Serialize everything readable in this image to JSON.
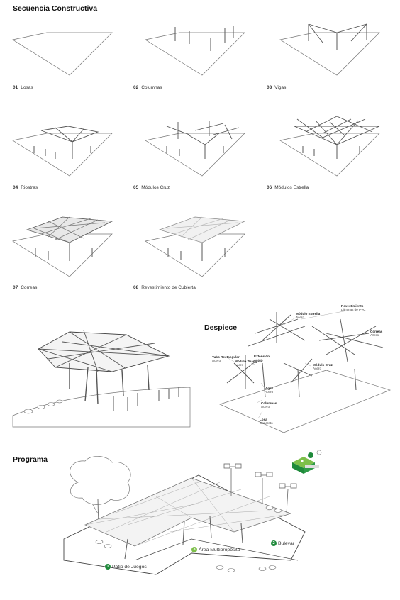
{
  "sections": {
    "sequence_title": "Secuencia Constructiva",
    "breakdown_title": "Despiece",
    "program_title": "Programa"
  },
  "steps": [
    {
      "num": "01",
      "label": "Losas"
    },
    {
      "num": "02",
      "label": "Columnas"
    },
    {
      "num": "03",
      "label": "Vigas"
    },
    {
      "num": "04",
      "label": "Riostras"
    },
    {
      "num": "05",
      "label": "Módulos Cruz"
    },
    {
      "num": "06",
      "label": "Módulos Estrella"
    },
    {
      "num": "07",
      "label": "Correas"
    },
    {
      "num": "08",
      "label": "Revestimiento de Cubierta"
    }
  ],
  "callouts": [
    {
      "title": "Revestimiento",
      "material": "Láminas de PVC"
    },
    {
      "title": "Módulo Estrella",
      "material": "Acero"
    },
    {
      "title": "Correas",
      "material": "Acero"
    },
    {
      "title": "Tubo Rectangular",
      "material": "Acero"
    },
    {
      "title": "Extensión",
      "material": "Acero"
    },
    {
      "title": "Módulo Triangular",
      "material": "Acero"
    },
    {
      "title": "Módulo Cruz",
      "material": "Acero"
    },
    {
      "title": "Vigas",
      "material": "Acero"
    },
    {
      "title": "Columnas",
      "material": "Acero"
    },
    {
      "title": "Losa",
      "material": "Concreto"
    }
  ],
  "program": [
    {
      "num": "1",
      "label": "Patio de Juegos",
      "color": "#1f8a3b"
    },
    {
      "num": "2",
      "label": "Bulevar",
      "color": "#1f8a3b"
    },
    {
      "num": "3",
      "label": "Área Multipropósito",
      "color": "#7dbf4a"
    }
  ],
  "colors": {
    "green_dark": "#1f8a3b",
    "green_light": "#7dbf4a"
  }
}
